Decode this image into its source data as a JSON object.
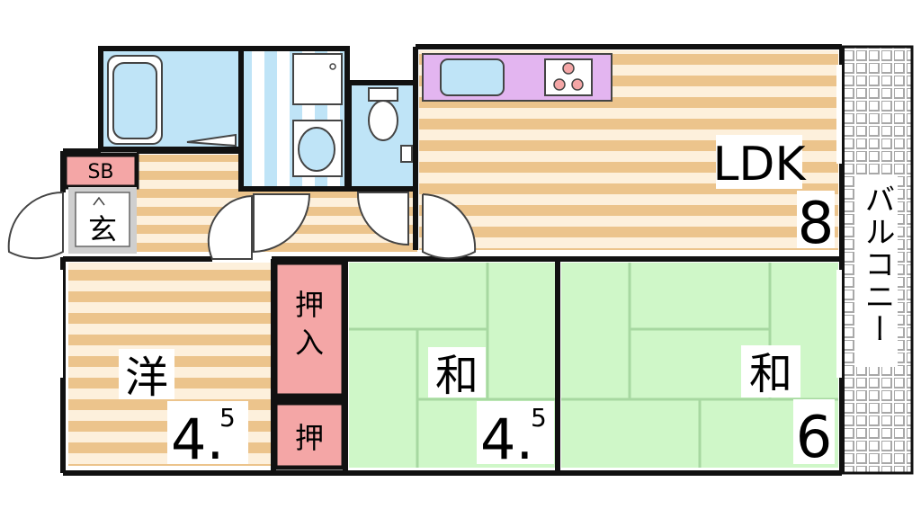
{
  "colors": {
    "wall": "#111111",
    "wood_light": "#fdf0dc",
    "wood_dark": "#ecc48c",
    "tatami": "#cff7c8",
    "tatami_line": "#a7d8a1",
    "closet": "#f4a6a6",
    "wet_area": "#bfe4f7",
    "kitchen": "#e3b5f0",
    "entrance": "#cfcfcf",
    "balcony_grid": "#a8a8a8"
  },
  "rooms": {
    "ldk": {
      "name": "LDK",
      "size": "8"
    },
    "western": {
      "name": "洋",
      "size_main": "4.",
      "size_sup": "5"
    },
    "japanese_small": {
      "name": "和",
      "size_main": "4.",
      "size_sup": "5"
    },
    "japanese_large": {
      "name": "和",
      "size": "6"
    },
    "closet_large": {
      "name_top": "押",
      "name_bottom": "入"
    },
    "closet_small": {
      "name": "押"
    },
    "shoe_box": {
      "name": "SB"
    },
    "entrance": {
      "name": "玄"
    },
    "balcony": {
      "name": "バルコニー"
    }
  },
  "icons": {
    "bathtub": "bathtub-icon",
    "washbasin": "washbasin-icon",
    "toilet": "toilet-icon",
    "sink": "kitchen-sink-icon",
    "stove": "stove-icon",
    "door": "door-swing-icon"
  }
}
